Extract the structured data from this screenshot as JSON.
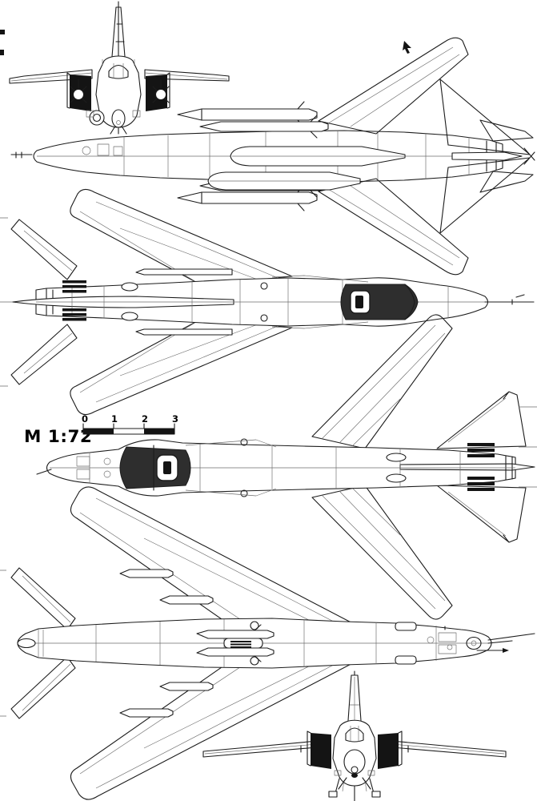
{
  "scale": {
    "label": "M 1:72",
    "ticks": [
      "0",
      "1",
      "2",
      "3"
    ]
  },
  "colors": {
    "background": "#ffffff",
    "line": "#1c1c1c",
    "line_light": "#6b6b6b",
    "dark_fill": "#141414",
    "canopy_fill": "#2e2e2e"
  }
}
